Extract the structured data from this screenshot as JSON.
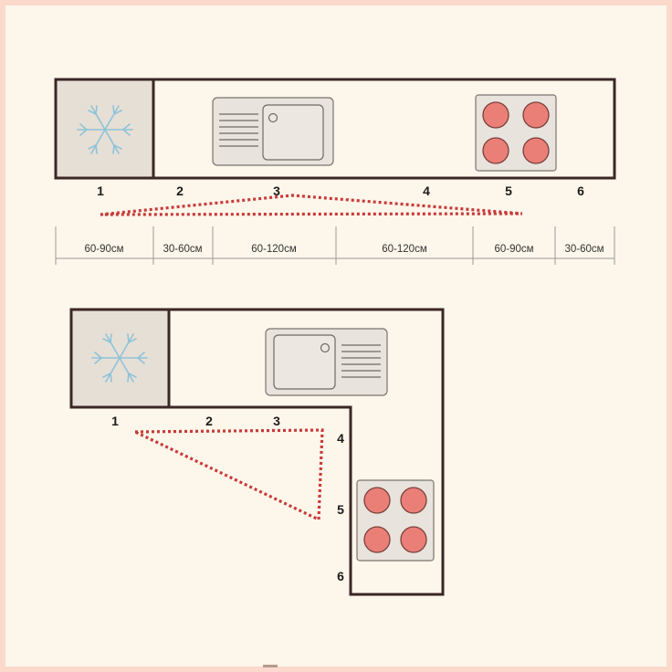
{
  "linear_layout": {
    "positions": [
      "1",
      "2",
      "3",
      "4",
      "5",
      "6"
    ],
    "dimensions": [
      "60-90см",
      "30-60см",
      "60-120см",
      "60-120см",
      "60-90см",
      "30-60см"
    ]
  },
  "l_layout": {
    "positions": [
      "1",
      "2",
      "3",
      "4",
      "5",
      "6"
    ]
  },
  "colors": {
    "background": "#fbd9cc",
    "panel": "#fdf6ea",
    "wall": "#3a2727",
    "burner": "#ea7f78",
    "triangle": "#c83a3a",
    "snowflake": "#8fc3d8"
  }
}
